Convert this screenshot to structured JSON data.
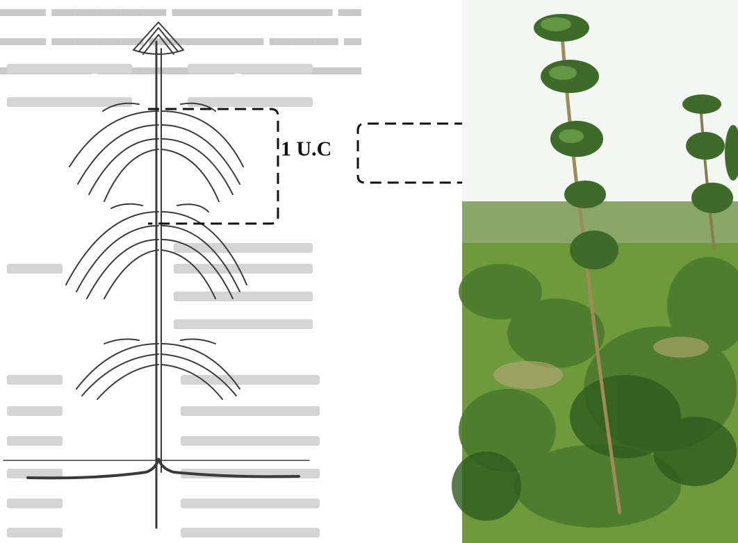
{
  "annotation": {
    "label": "1 U.C"
  },
  "colors": {
    "drawing": "#3a3a3a",
    "dashes": "#111111",
    "sky": "#f4f6f2",
    "grass": "#6f9a3c",
    "foliage": "#3f6b2a",
    "stem": "#a08a5c"
  },
  "icons": {
    "sketch": "tree-architecture-drawing",
    "photo": "young-tree-photo"
  }
}
